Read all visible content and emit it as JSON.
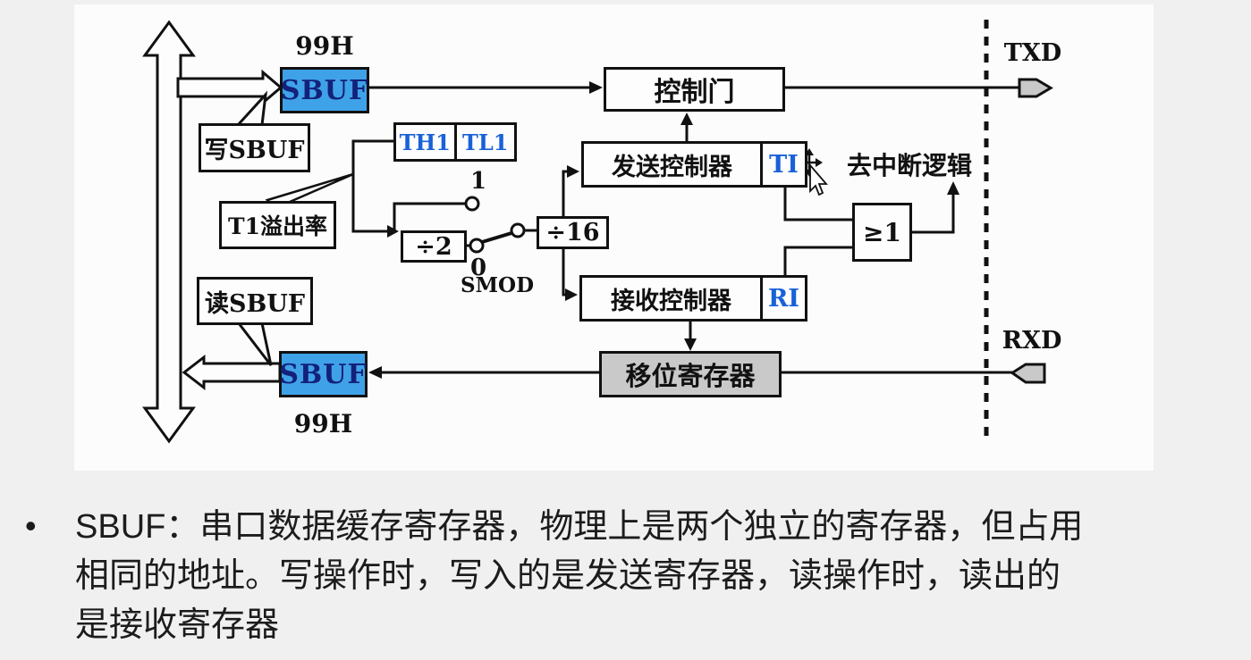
{
  "diagram": {
    "labels": {
      "addr_top": "99H",
      "addr_bottom": "99H",
      "sbuf_top": "SBUF",
      "sbuf_bottom": "SBUF",
      "write_sbuf": "写SBUF",
      "read_sbuf": "读SBUF",
      "t1_overflow": "T1溢出率",
      "th1": "TH1",
      "tl1": "TL1",
      "div2": "÷2",
      "div16": "÷16",
      "switch_pos1": "1",
      "switch_pos0": "0",
      "smod": "SMOD",
      "control_gate": "控制门",
      "tx_controller": "发送控制器",
      "ti_flag": "TI",
      "rx_controller": "接收控制器",
      "ri_flag": "RI",
      "shift_register": "移位寄存器",
      "to_interrupt": "去中断逻辑",
      "or_gate": "≥1",
      "txd_pin": "TXD",
      "rxd_pin": "RXD"
    },
    "colors": {
      "sbuf_fill": "#3fa2e8",
      "sbuf_text": "#13217a",
      "flag_text_blue": "#1961d8",
      "shift_register_fill": "#c9c9c9",
      "line_color": "#111111",
      "panel_bg": "#fcfcfc",
      "page_bg": "#f0f0f0"
    }
  },
  "notes": {
    "bullet": "•",
    "lines": [
      "SBUF：串口数据缓存寄存器，物理上是两个独立的寄存器，但占用",
      "相同的地址。写操作时，写入的是发送寄存器，读操作时，读出的",
      "是接收寄存器"
    ]
  }
}
